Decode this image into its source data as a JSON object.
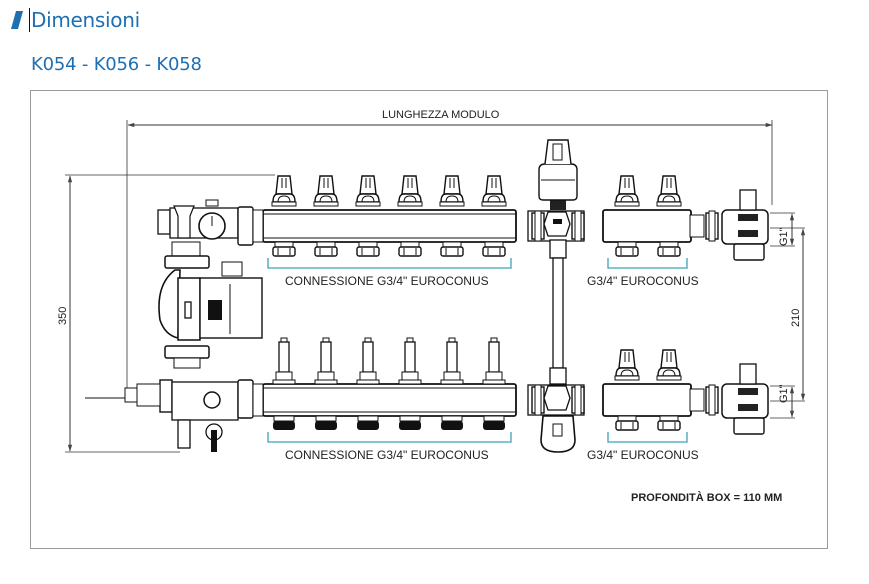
{
  "header": {
    "title": "Dimensioni",
    "slash_icon": "blue-slash-icon",
    "accent_color": "#1f6fb3"
  },
  "subtitle": "K054 - K056 - K058",
  "drawing": {
    "length_label": "LUNGHEZZA MODULO",
    "height_dimension": "350",
    "center_distance": "210",
    "connection_top_g1": "G1\"",
    "connection_bottom_g1": "G1\"",
    "top_main_connection": "CONNESSIONE G3/4\" EUROCONUS",
    "top_extra_connection": "G3/4\" EUROCONUS",
    "bottom_main_connection": "CONNESSIONE G3/4\" EUROCONUS",
    "bottom_extra_connection": "G3/4\" EUROCONUS",
    "box_depth": "PROFONDITÀ BOX = 110 MM",
    "outlets_main": 6,
    "outlets_extra": 2,
    "bracket_color": "#3aa3b8"
  }
}
